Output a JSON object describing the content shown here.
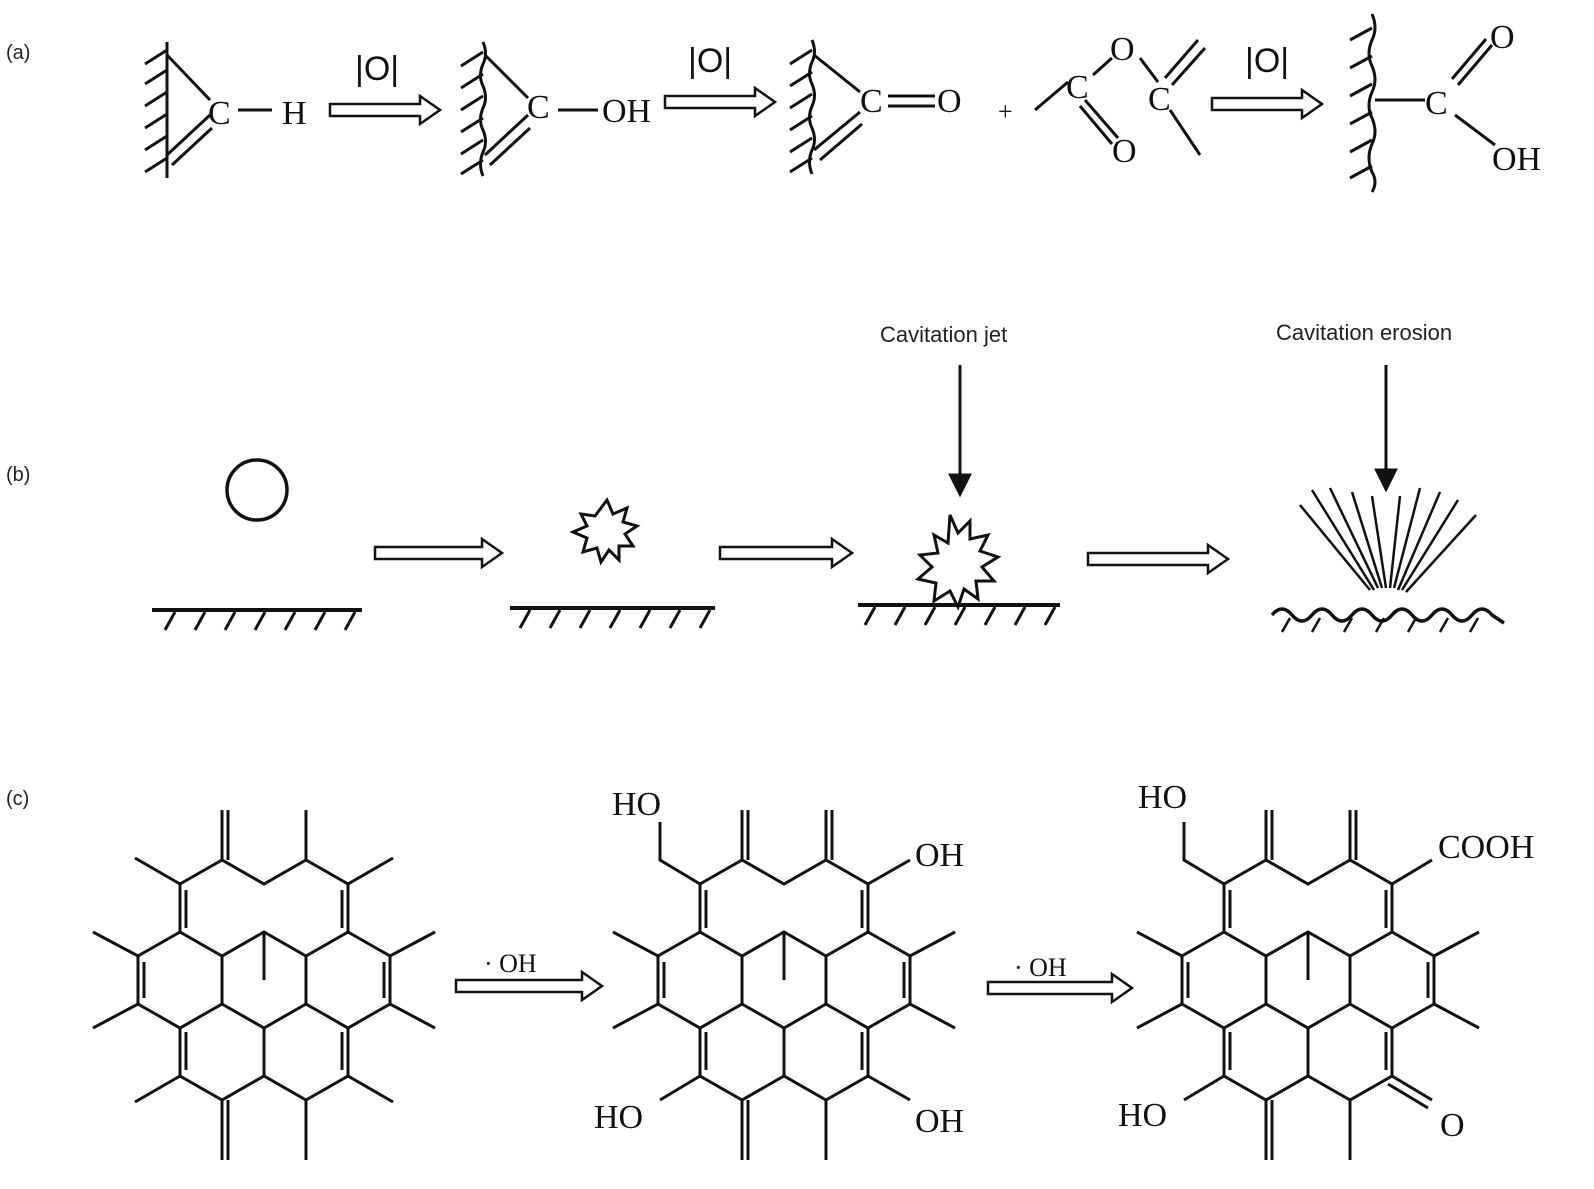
{
  "panels": {
    "a": {
      "label": "(a)",
      "oxidant": "|O|",
      "formulas": {
        "h": "H",
        "oh": "OH",
        "o": "O",
        "c": "C",
        "plus": "+"
      }
    },
    "b": {
      "label": "(b)",
      "jet_caption": "Cavitation jet",
      "erosion_caption": "Cavitation erosion"
    },
    "c": {
      "label": "(c)",
      "reagent": "· OH",
      "groups": {
        "ho": "HO",
        "oh": "OH",
        "cooh": "COOH",
        "o": "O"
      }
    }
  }
}
